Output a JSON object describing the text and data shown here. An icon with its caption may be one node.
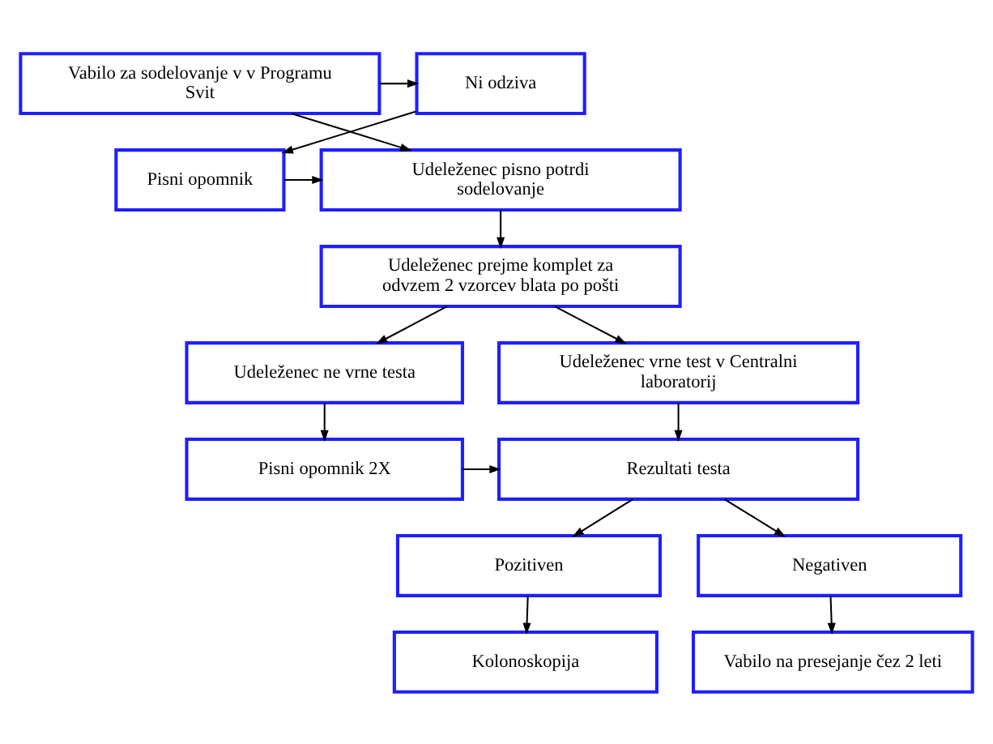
{
  "diagram": {
    "nodes": [
      {
        "text": [
          "Vabilo za sodelovanje v v Programu Svit"
        ]
      },
      {
        "text": [
          "Ni odziva"
        ]
      },
      {
        "text": [
          "Udeleženec pisno potrdi sodelovanje"
        ]
      },
      {
        "text": [
          "Pisni opomnik"
        ]
      },
      {
        "text": [
          "Udeleženec prejme komplet za odvzem 2 vzorcev blata po pošti"
        ]
      },
      {
        "text": [
          "Udeleženec ne vrne testa"
        ]
      },
      {
        "text": [
          "Udeleženec vrne test v Centralni laboratorij"
        ]
      },
      {
        "text": [
          "Pisni opomnik 2X"
        ]
      },
      {
        "text": [
          "Rezultati testa"
        ]
      },
      {
        "text": [
          "Pozitiven"
        ]
      },
      {
        "text": [
          "Negativen"
        ]
      },
      {
        "text": [
          "Kolonoskopija"
        ]
      },
      {
        "text": [
          "Vabilo na presejanje čez 2 leti"
        ]
      }
    ],
    "edges": [
      {
        "from": 0,
        "to": 1,
        "arrow": "to"
      },
      {
        "from": 0,
        "to": 2,
        "arrow": "to"
      },
      {
        "from": 1,
        "to": 3,
        "arrow": "to"
      },
      {
        "from": 3,
        "to": 2,
        "arrow": "to"
      },
      {
        "from": 2,
        "to": 4,
        "arrow": "to"
      },
      {
        "from": 4,
        "to": 5,
        "arrow": "to"
      },
      {
        "from": 4,
        "to": 6,
        "arrow": "to"
      },
      {
        "from": 5,
        "to": 7,
        "arrow": "to"
      },
      {
        "from": 7,
        "to": 8,
        "arrow": "to"
      },
      {
        "from": 6,
        "to": 8,
        "arrow": "to"
      },
      {
        "from": 8,
        "to": 9,
        "arrow": "to"
      },
      {
        "from": 8,
        "to": 10,
        "arrow": "to"
      },
      {
        "from": 9,
        "to": 11,
        "arrow": "to"
      },
      {
        "from": 10,
        "to": 12,
        "arrow": "to"
      }
    ]
  }
}
